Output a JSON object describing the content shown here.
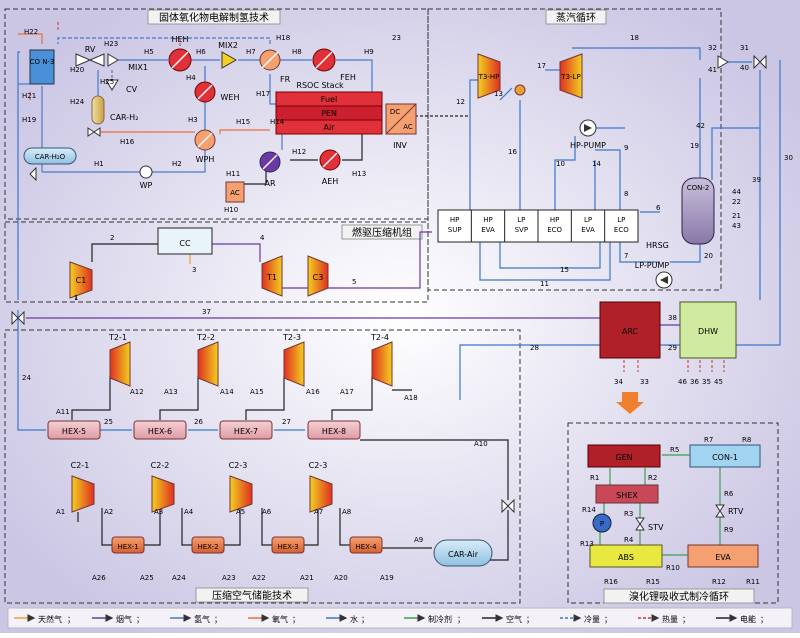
{
  "sections": {
    "soec": "固体氧化物电解制氢技术",
    "steam": "蒸汽循环",
    "gas_turbine": "燃驱压缩机组",
    "caes": "压缩空气储能技术",
    "absorption": "溴化锂吸收式制冷循环"
  },
  "components": {
    "co_n3": "CO N-3",
    "rv": "RV",
    "mix1": "MIX1",
    "mix2": "MIX2",
    "heh": "HEH",
    "weh": "WEH",
    "cv": "CV",
    "car_h2": "CAR-H₂",
    "car_h2o": "CAR-H₂O",
    "wp": "WP",
    "wph": "WPH",
    "fr": "FR",
    "feh": "FEH",
    "rsoc": "RSOC Stack",
    "fuel": "Fuel",
    "pen": "PEN",
    "air": "Air",
    "dc": "DC",
    "ac_inv": "AC",
    "inv": "INV",
    "ar": "AR",
    "aeh": "AEH",
    "ac_small": "AC",
    "t3_hp": "T3-HP",
    "t3_lp": "T3-LP",
    "hp_pump": "HP-PUMP",
    "lp_pump": "LP-PUMP",
    "con2": "CON-2",
    "hrsg": "HRSG",
    "hrsg_cells": [
      "HP SUP",
      "HP EVA",
      "LP SVP",
      "HP ECO",
      "LP EVA",
      "LP ECO"
    ],
    "c1": "C1",
    "cc": "CC",
    "t1": "T1",
    "c3": "C3",
    "arc": "ARC",
    "dhw": "DHW",
    "turbines2": [
      "T2-1",
      "T2-2",
      "T2-3",
      "T2-4"
    ],
    "hex_top": [
      "HEX-5",
      "HEX-6",
      "HEX-7",
      "HEX-8"
    ],
    "compressors2": [
      "C2-1",
      "C2-2",
      "C2-3",
      "C2-3"
    ],
    "hex_bottom": [
      "HEX-1",
      "HEX-2",
      "HEX-3",
      "HEX-4"
    ],
    "car_air": "CAR-Air",
    "gen": "GEN",
    "con1": "CON-1",
    "shex": "SHEX",
    "p": "P",
    "stv": "STV",
    "rtv": "RTV",
    "abs": "ABS",
    "eva": "EVA"
  },
  "streams": {
    "h1": "H1",
    "h2": "H2",
    "h3": "H3",
    "h4": "H4",
    "h5": "H5",
    "h6": "H6",
    "h7": "H7",
    "h8": "H8",
    "h9": "H9",
    "h10": "H10",
    "h11": "H11",
    "h12": "H12",
    "h13": "H13",
    "h14": "H14",
    "h15": "H15",
    "h16": "H16",
    "h17": "H17",
    "h18": "H18",
    "h19": "H19",
    "h20": "H20",
    "h21": "H21",
    "h22": "H22",
    "h23": "H23",
    "h24": "H24",
    "h25": "H25",
    "n1": "1",
    "n2": "2",
    "n3": "3",
    "n4": "4",
    "n5": "5",
    "n6": "6",
    "n7": "7",
    "n8": "8",
    "n9": "9",
    "n10": "10",
    "n11": "11",
    "n12": "12",
    "n13": "13",
    "n14": "14",
    "n15": "15",
    "n16": "16",
    "n17": "17",
    "n18": "18",
    "n19": "19",
    "n20": "20",
    "n21": "21",
    "n22": "22",
    "n23": "23",
    "n24": "24",
    "n25": "25",
    "n26": "26",
    "n27": "27",
    "n28": "28",
    "n29": "29",
    "n30": "30",
    "n31": "31",
    "n32": "32",
    "n33": "33",
    "n34": "34",
    "n35": "35",
    "n36": "36",
    "n37": "37",
    "n38": "38",
    "n39": "39",
    "n40": "40",
    "n41": "41",
    "n42": "42",
    "n43": "43",
    "n44": "44",
    "n45": "45",
    "n46": "46",
    "a1": "A1",
    "a2": "A2",
    "a3": "A3",
    "a4": "A4",
    "a5": "A5",
    "a6": "A6",
    "a7": "A7",
    "a8": "A8",
    "a9": "A9",
    "a10": "A10",
    "a11": "A11",
    "a12": "A12",
    "a13": "A13",
    "a14": "A14",
    "a15": "A15",
    "a16": "A16",
    "a17": "A17",
    "a18": "A18",
    "a19": "A19",
    "a20": "A20",
    "a21": "A21",
    "a22": "A22",
    "a23": "A23",
    "a24": "A24",
    "a25": "A25",
    "a26": "A26",
    "r1": "R1",
    "r2": "R2",
    "r3": "R3",
    "r4": "R4",
    "r5": "R5",
    "r6": "R6",
    "r7": "R7",
    "r8": "R8",
    "r9": "R9",
    "r10": "R10",
    "r11": "R11",
    "r12": "R12",
    "r13": "R13",
    "r14": "R14",
    "r15": "R15",
    "r16": "R16"
  },
  "legend": [
    {
      "label": "天然气",
      "color": "#f0a030"
    },
    {
      "label": "烟气",
      "color": "#6a3aa0"
    },
    {
      "label": "氢气",
      "color": "#4a7ac8"
    },
    {
      "label": "氧气",
      "color": "#e8703a"
    },
    {
      "label": "水",
      "color": "#3a78c8"
    },
    {
      "label": "制冷剂",
      "color": "#3aa050"
    },
    {
      "label": "空气",
      "color": "#222222"
    },
    {
      "label": "冷量",
      "color": "#3a78c8"
    },
    {
      "label": "热量",
      "color": "#d03030"
    },
    {
      "label": "电能",
      "color": "#222222"
    }
  ],
  "colors": {
    "hydrogen": "#4a7ac8",
    "water": "#3a78c8",
    "oxygen": "#e8703a",
    "flue_gas": "#6a3aa0",
    "refrigerant": "#3aa050",
    "heat": "#d03030"
  }
}
